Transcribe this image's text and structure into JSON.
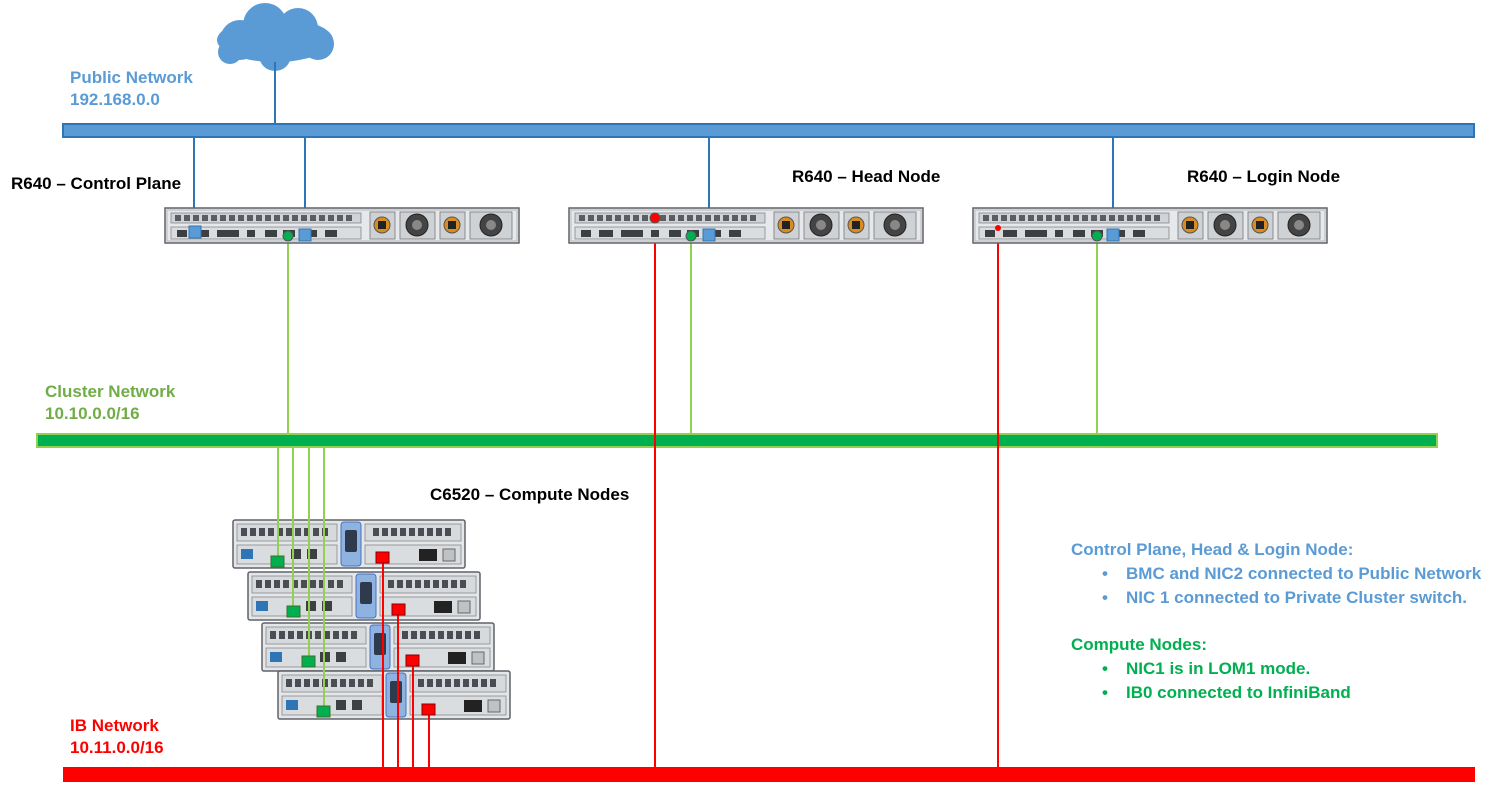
{
  "networks": {
    "public": {
      "name": "Public Network",
      "subnet": "192.168.0.0",
      "color": "#5b9bd5"
    },
    "cluster": {
      "name": "Cluster Network",
      "subnet": "10.10.0.0/16",
      "color": "#00b050"
    },
    "ib": {
      "name": "IB Network",
      "subnet": "10.11.0.0/16",
      "color": "#ff0000"
    }
  },
  "servers": {
    "control_plane": "R640 – Control Plane",
    "head_node": "R640 – Head Node",
    "login_node": "R640 – Login Node",
    "compute_nodes": "C6520 – Compute Nodes"
  },
  "legend": {
    "section1": {
      "title": "Control Plane, Head & Login Node:",
      "items": [
        "BMC and NIC2 connected to Public Network",
        "NIC 1 connected to Private Cluster switch."
      ]
    },
    "section2": {
      "title": "Compute Nodes:",
      "items": [
        "NIC1 is in LOM1 mode.",
        "IB0 connected to InfiniBand"
      ]
    }
  },
  "icons": {
    "internet": "cloud-icon",
    "server": "rack-server-icon",
    "compute": "compute-sled-icon"
  },
  "colors": {
    "public_line": "#5b9bd5",
    "public_stroke": "#2e75b6",
    "cluster_line": "#00b050",
    "cluster_stroke": "#92d050",
    "ib_line": "#ff0000",
    "cluster_link": "#92d050",
    "ib_link": "#ff0000"
  }
}
